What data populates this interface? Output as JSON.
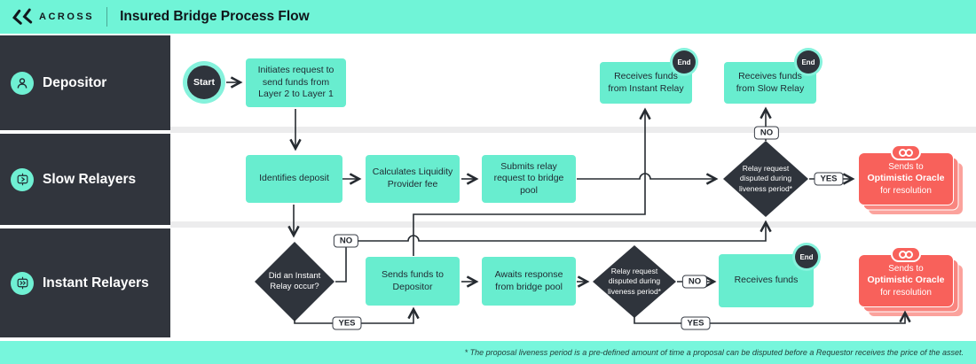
{
  "header": {
    "brand": "ACROSS",
    "title": "Insured Bridge Process Flow"
  },
  "lanes": [
    {
      "label": "Depositor"
    },
    {
      "label": "Slow Relayers"
    },
    {
      "label": "Instant Relayers"
    }
  ],
  "nodes": {
    "start": "Start",
    "end": "End",
    "initiates": "Initiates request to send funds from Layer 2 to Layer 1",
    "receives_instant": "Receives funds from Instant Relay",
    "receives_slow": "Receives funds from Slow Relay",
    "identifies": "Identifies deposit",
    "calculates": "Calculates Liquidity Provider fee",
    "submits": "Submits relay request to bridge pool",
    "disputed_slow": "Relay request disputed during liveness period*",
    "instant_occur": "Did an Instant Relay occur?",
    "sends_funds": "Sends funds to Depositor",
    "awaits": "Awaits response from bridge pool",
    "disputed_instant": "Relay request disputed during liveness period*",
    "receives_funds": "Receives funds",
    "oracle_line1": "Sends to",
    "oracle_line2": "Optimistic Oracle",
    "oracle_line3": "for resolution"
  },
  "labels": {
    "yes": "YES",
    "no": "NO"
  },
  "footnote": "* The proposal liveness period is a pre-defined amount of time a proposal can be disputed before a Requestor receives the price of the asset.",
  "colors": {
    "teal": "#70F4D7",
    "node_teal": "#68EDCF",
    "dark": "#31353D",
    "red": "#F8615B"
  }
}
